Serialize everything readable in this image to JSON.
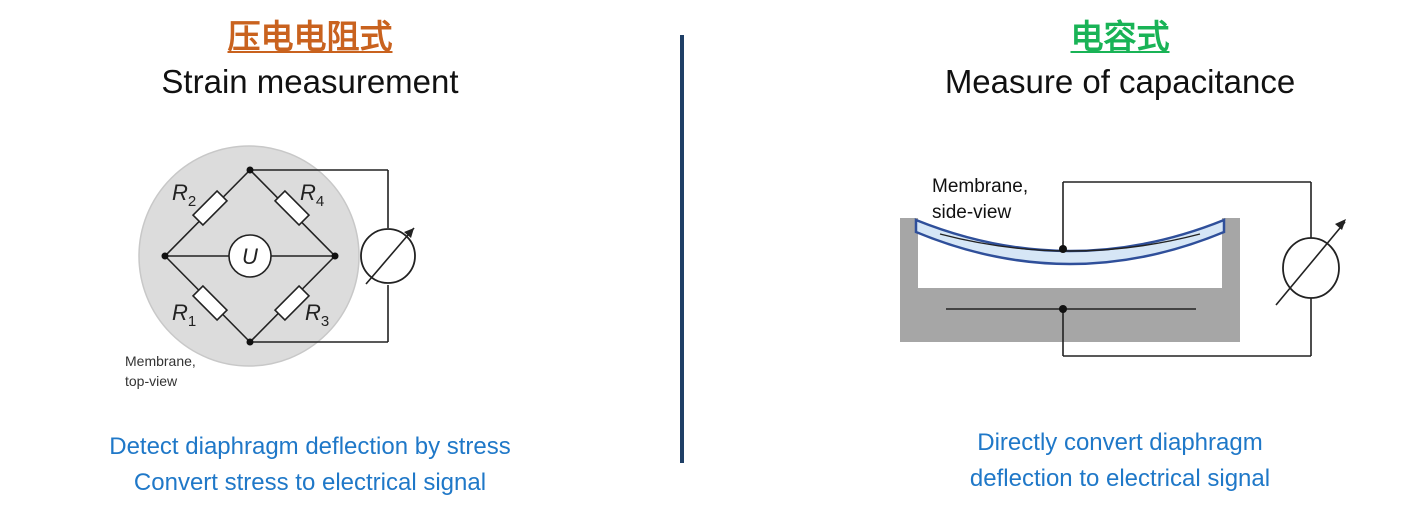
{
  "left": {
    "title_cn": "压电电阻式",
    "title_en": "Strain measurement",
    "title_color": "#c9621e",
    "diagram": {
      "resistors": [
        "R2",
        "R4",
        "R1",
        "R3"
      ],
      "center_label": "U",
      "membrane_label_line1": "Membrane,",
      "membrane_label_line2": "top-view"
    },
    "caption_line1": "Detect diaphragm deflection by stress",
    "caption_line2": "Convert stress to electrical signal"
  },
  "right": {
    "title_cn": "电容式",
    "title_en": "Measure of capacitance",
    "title_color": "#19b356",
    "diagram": {
      "membrane_label_line1": "Membrane,",
      "membrane_label_line2": "side-view"
    },
    "caption_line1": "Directly convert diaphragm",
    "caption_line2": "deflection to electrical signal"
  },
  "colors": {
    "caption": "#1f78c8",
    "divider": "#1f3f66",
    "membrane_fill": "#dcdcdc",
    "housing": "#a6a6a6",
    "diaphragm_edge": "#2f4f9a"
  }
}
